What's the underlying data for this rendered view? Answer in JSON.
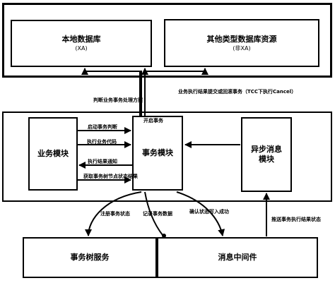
{
  "boxes": {
    "local_db": {
      "title": "本地数据库",
      "subtitle": "(XA)"
    },
    "other_db": {
      "title": "其他类型数据库资源",
      "subtitle": "(非XA)"
    },
    "business_module": {
      "title": "业务模块"
    },
    "transaction_module": {
      "title": "事务模块"
    },
    "async_module": {
      "title": "异步消息模块"
    },
    "tx_tree_service": {
      "title": "事务树服务"
    },
    "mq_middleware": {
      "title": "消息中间件"
    }
  },
  "labels": {
    "judge_plan": "判断业务事务处理方案",
    "commit_rollback": "业务执行结果提交或回滚事务（TCC下执行Cancel）",
    "start_tx": "开启事务",
    "start_tx_judge": "启动事务判断",
    "exec_code": "执行业务代码",
    "exec_notify": "执行结果通知",
    "get_node_status": "获取事务树节点状态结果",
    "register_status": "注册事务状态",
    "record_data": "记录事务数据",
    "confirm_status": "确认状态写入成功",
    "push_result": "推送事务执行结果状态"
  }
}
